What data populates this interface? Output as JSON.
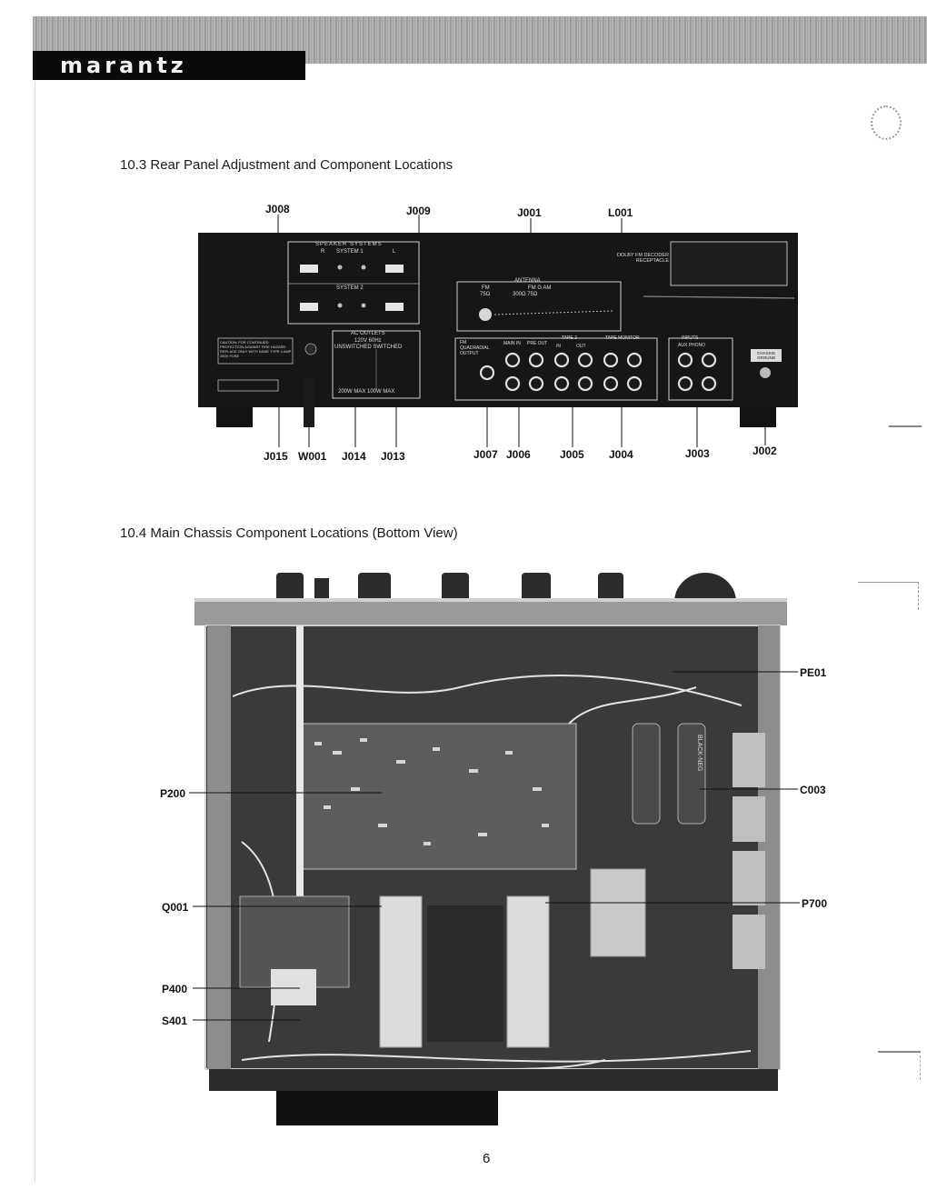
{
  "header": {
    "brand": "marantz"
  },
  "section_1": {
    "heading": "10.3 Rear Panel Adjustment and Component Locations",
    "callouts_top": [
      "J008",
      "J009",
      "J001",
      "L001"
    ],
    "callouts_bottom": [
      "J015",
      "W001",
      "J014",
      "J013",
      "J007",
      "J006",
      "J005",
      "J004",
      "J003",
      "J002"
    ],
    "panel_labels": {
      "speaker_systems": "SPEAKER SYSTEMS",
      "system_1": "SYSTEM 1",
      "system_2": "SYSTEM 2",
      "r": "R",
      "l": "L",
      "ac_outlets": "AC OUTLETS",
      "ac_voltage": "120V 60Hz",
      "unswitched_switched": "UNSWITCHED SWITCHED",
      "max_ratings": "200W MAX 100W MAX",
      "dolby_receptacle": "DOLBY FM DECODER RECEPTACLE",
      "antenna": "ANTENNA",
      "fm": "FM",
      "fm_75": "75Ω",
      "fm_g": "FM G AM",
      "fm_300": "300Ω 75Ω",
      "fm_quadradial": "FM QUADRADIAL OUTPUT",
      "main_in": "MAIN IN",
      "pre_out": "PRE OUT",
      "tape_2": "TAPE 2",
      "tape_monitor": "TAPE MONITOR",
      "in": "IN",
      "out": "OUT",
      "inputs": "INPUTS",
      "aux_phono": "AUX PHONO",
      "chassis_ground": "CHASSIS GROUND",
      "caution": "CAUTION: FOR CONTINUED PROTECTION AGAINST FIRE HAZARD REPLACE ONLY WITH SAME TYPE 4 AMP 250V FUSE"
    }
  },
  "section_2": {
    "heading": "10.4 Main Chassis Component Locations (Bottom View)",
    "callouts_left": [
      "P200",
      "Q001",
      "P400",
      "S401"
    ],
    "callouts_right": [
      "PE01",
      "C003",
      "P700"
    ],
    "capacitor_label": "BLACK-NEG"
  },
  "page_number": "6"
}
